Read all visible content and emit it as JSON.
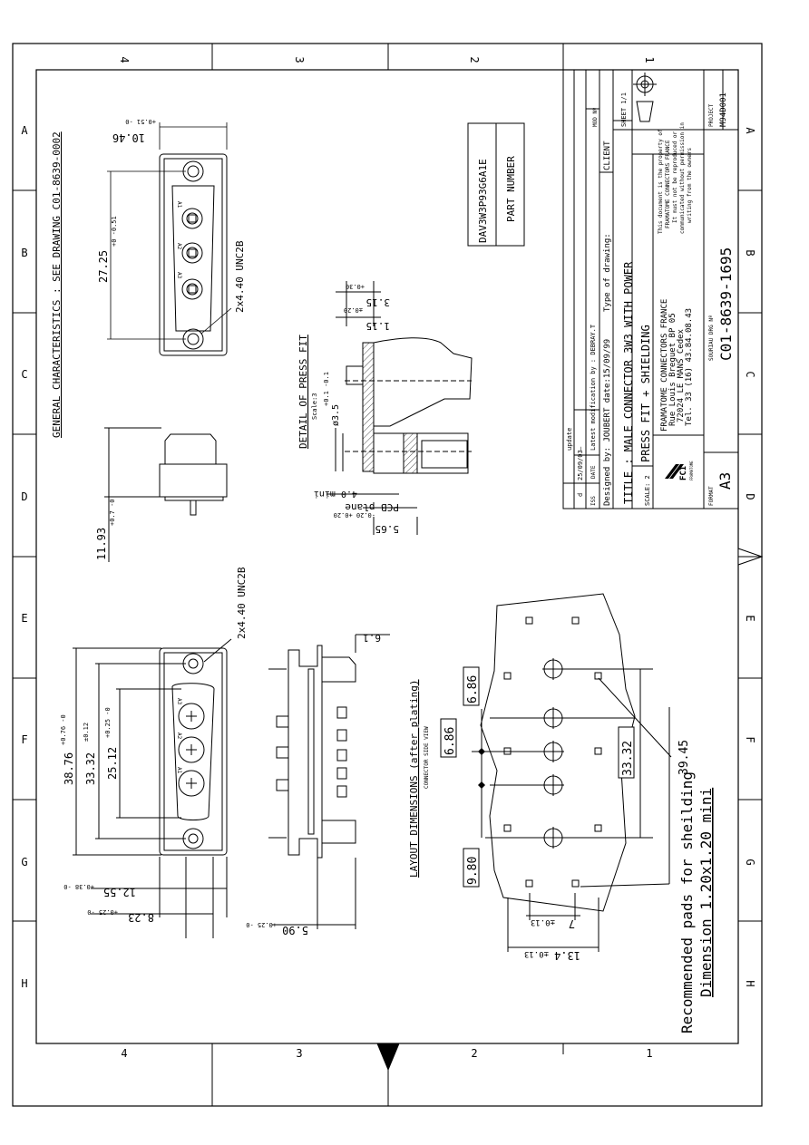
{
  "border": {
    "cols_top": [
      "4",
      "3",
      "2",
      "1"
    ],
    "cols_bottom": [
      "4",
      "3",
      "2",
      "1"
    ],
    "rows_left": [
      "A",
      "B",
      "C",
      "D",
      "E",
      "F",
      "G",
      "H"
    ],
    "rows_right": [
      "A",
      "B",
      "C",
      "D",
      "E",
      "F",
      "G",
      "H"
    ]
  },
  "notes": {
    "general": "GENERAL CHARACTERISTICS : SEE DRAWING C01-8639-0002",
    "detail_title": "DETAIL OF PRESS FIT",
    "detail_scale": "Scale:3",
    "layout_title": "LAYOUT DIMENSIONS (after plating)",
    "layout_sub": "CONNECTOR SIDE VIEW",
    "pads_title": "Recommended pads for sheilding",
    "pads_dim": "Dimension 1.20x1.20 mini",
    "pcb_plane": "PCB plane",
    "unc_top": "2x4.40 UNC2B",
    "unc_mid": "2x4.40 UNC2B"
  },
  "part_box": {
    "part_number_value": "DAV3W3P93G6A1E",
    "part_number_label": "PART NUMBER"
  },
  "dims": {
    "top_width": "10.46",
    "top_width_tol": "+0.51 -0",
    "top_len": "27.25",
    "top_len_tol": "+0 -0.51",
    "side_h": "11.93",
    "side_h_tol": "+0.7 -0",
    "d_315": "3.15",
    "d_315_tol": "+0.30",
    "d_115": "1.15",
    "d_115_tol": "±0.20",
    "d_35": "ø3.5",
    "d_35_tol": "+0.1 -0.1",
    "d_40": "4.0 mini",
    "d_565": "5.65",
    "d_565_tol": "-0.20 +0.20",
    "f_3876": "38.76",
    "f_3876_tol": "+0.76 -0",
    "f_3332": "33.32",
    "f_3332_tol": "±0.12",
    "f_2512": "25.12",
    "f_2512_tol": "+0.25 -0",
    "f_1255": "12.55",
    "f_1255_tol": "+0.38 -0",
    "f_823": "8.23",
    "f_823_tol": "+0.25 -0",
    "f_590": "5.90",
    "f_590_tol": "+0.25 -0",
    "f_61": "6.1",
    "l_686a": "6.86",
    "l_686b": "6.86",
    "l_980": "9.80",
    "l_3332": "33.32",
    "l_3945": "39.45",
    "l_7": "7",
    "l_7_tol": "±0.13",
    "l_134": "13.4",
    "l_134_tol": "±0.13"
  },
  "pins": [
    "A1",
    "A2",
    "A3"
  ],
  "title_block": {
    "mod_label": "MOD Nº",
    "sheet": "SHEET 1/1",
    "rev_letter": "d",
    "rev_date": "25/09/03",
    "rev_desc": "update",
    "iss": "ISS",
    "date": "DATE",
    "latest_mod": "Latest modification by : DEBRAY.T",
    "designed": "Designed by: JOUBERT  date:15/09/99",
    "type_of_drawing": "Type of drawing:",
    "client": "CLIENT",
    "title_1": "TITLE : MALE CONNECTOR 3W3 WITH POWER",
    "title_2": "PRESS FIT + SHIELDING",
    "scale": "SCALE: 2",
    "property_note": [
      "This document is the property of",
      "FRAMATOME CONNECTORS FRANCE",
      "It must not be reproduced or",
      "communicated without permission in",
      "writing from the owners"
    ],
    "company": [
      "FRAMATOME CONNECTORS FRANCE",
      "Rue Louis Breguet  BP 05",
      "72024  LE MANS Cedex",
      "Tel. 33 (16) 43.84.08.43"
    ],
    "project_label": "PROJECT",
    "project_value": "M94D001",
    "souriau_label": "SOURIAU DRG Nº",
    "drawing_number": "C01-8639-1695",
    "format_label": "FORMAT",
    "format_value": "A3",
    "logo_text": "FCI",
    "logo_sub": "FRAMATOME"
  }
}
